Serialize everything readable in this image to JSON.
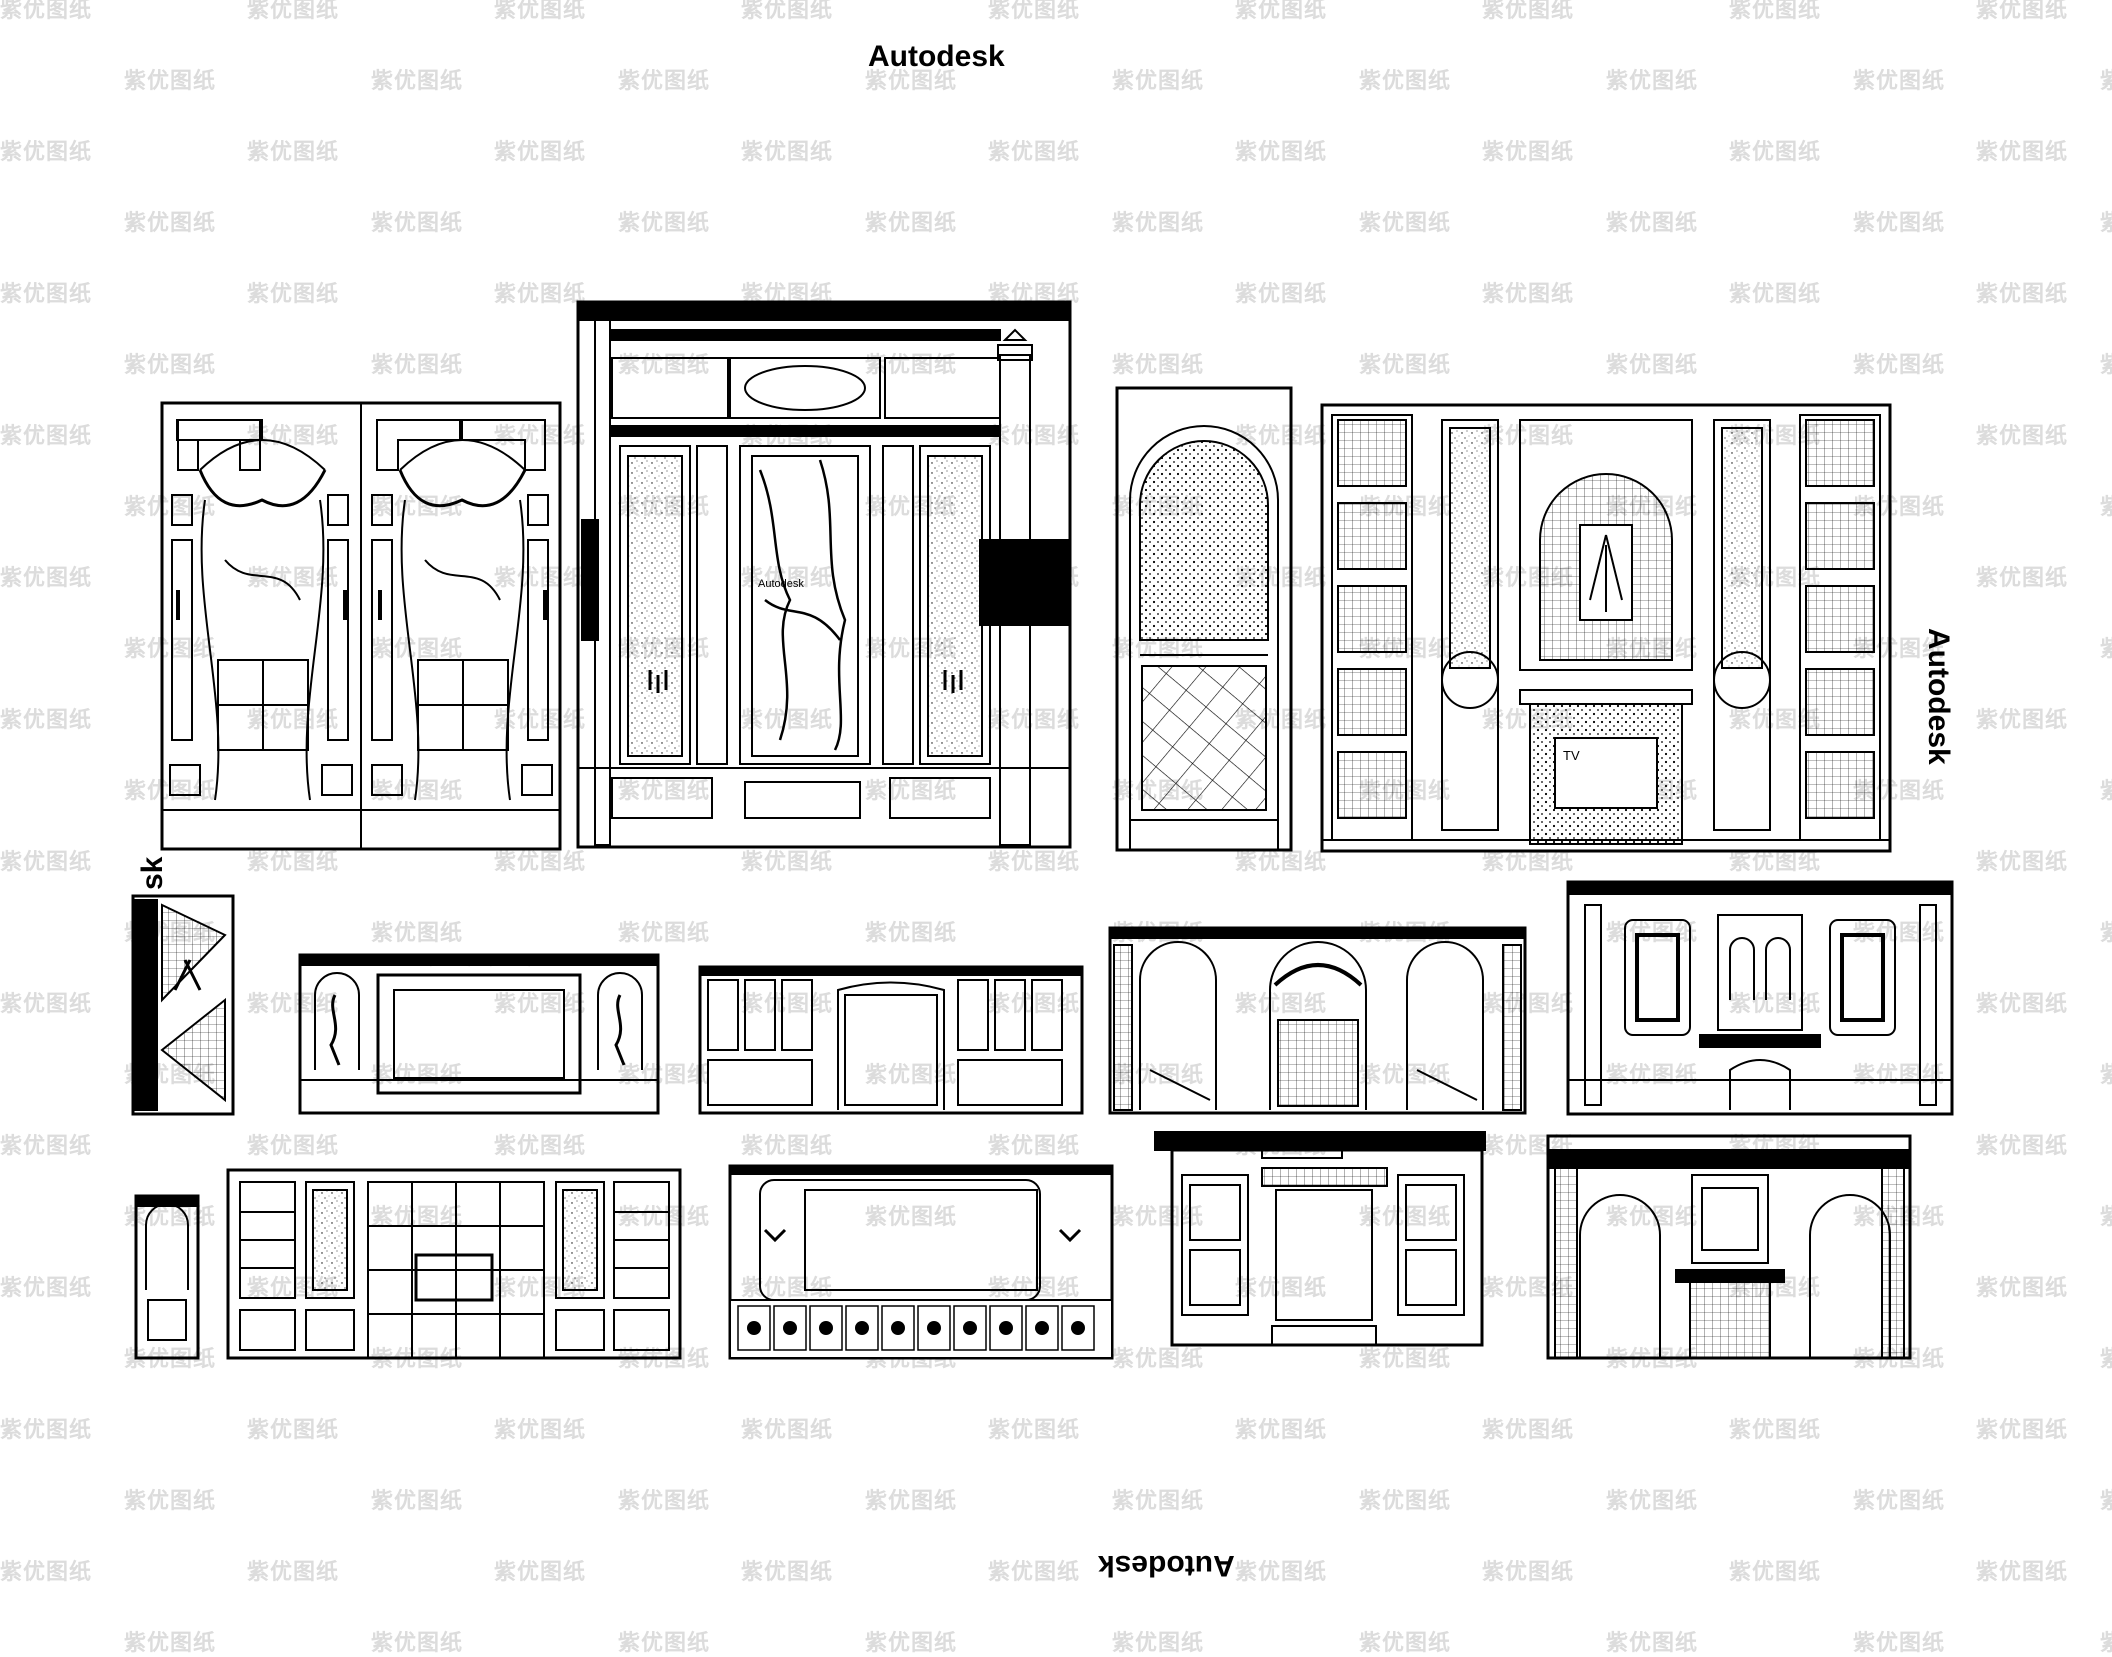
{
  "labels": {
    "autodesk_top": "Autodesk",
    "autodesk_right": "Autodesk",
    "autodesk_bottom": "Autodesk",
    "autodesk_left": "sk",
    "tv": "TV",
    "panel_inner": "Autodesk"
  },
  "watermark": {
    "text": "紫优图纸",
    "color": "#dcdcdc"
  },
  "drawing": {
    "line_color": "#000000",
    "background": "#ffffff"
  }
}
